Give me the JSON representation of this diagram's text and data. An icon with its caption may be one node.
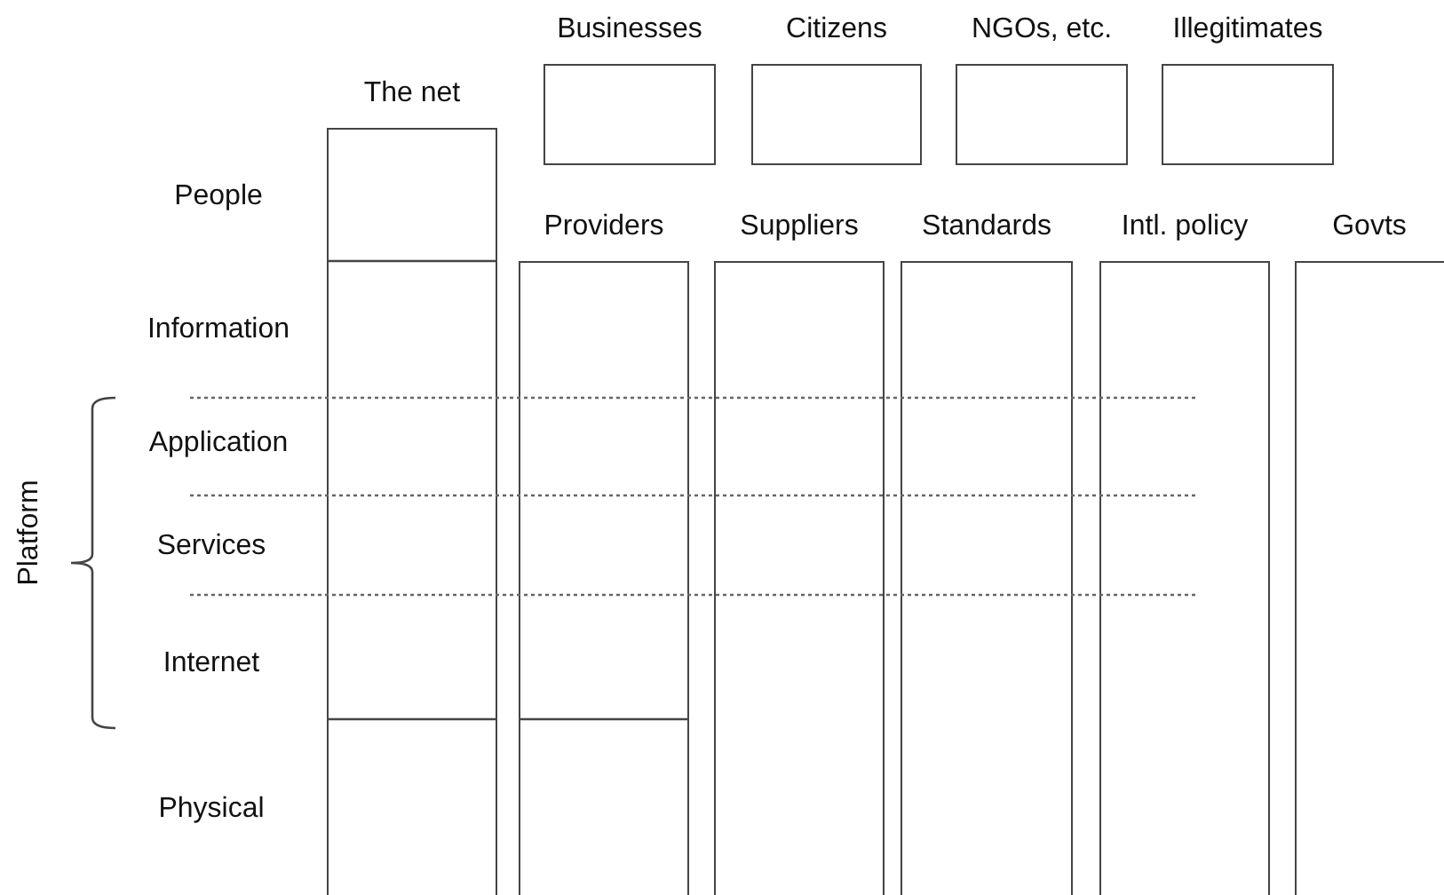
{
  "diagram": {
    "nodes": [
      {
        "text": [
          "Businesses"
        ]
      },
      {
        "text": [
          "Citizens"
        ]
      },
      {
        "text": [
          "NGOs, etc."
        ]
      },
      {
        "text": [
          "Illegitimates"
        ]
      },
      {
        "text": [
          "The net"
        ]
      },
      {
        "text": [
          "Providers"
        ]
      },
      {
        "text": [
          "Suppliers"
        ]
      },
      {
        "text": [
          "Standards"
        ]
      },
      {
        "text": [
          "Intl. policy"
        ]
      },
      {
        "text": [
          "Govts"
        ]
      }
    ],
    "labels": [
      "People",
      "Information",
      "Application",
      "Services",
      "Internet",
      "Physical",
      "Platform"
    ]
  }
}
